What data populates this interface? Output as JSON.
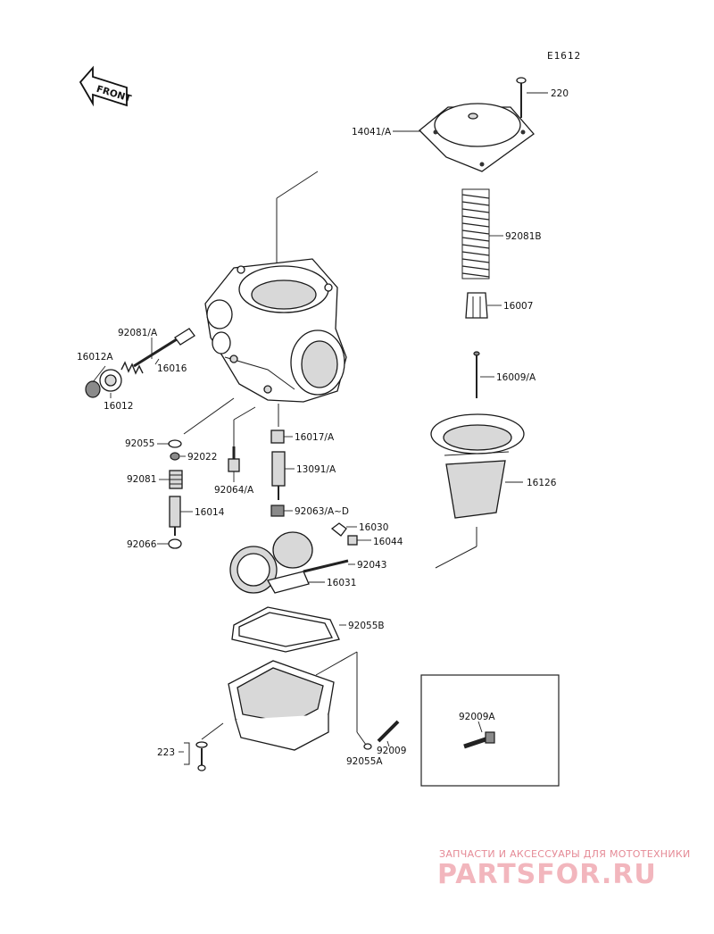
{
  "diagram": {
    "code": "E1612",
    "front_label": "FRONT",
    "parts": [
      {
        "id": "220",
        "label": "220"
      },
      {
        "id": "14041A",
        "label": "14041/A"
      },
      {
        "id": "92081B",
        "label": "92081B"
      },
      {
        "id": "16007",
        "label": "16007"
      },
      {
        "id": "16009A",
        "label": "16009/A"
      },
      {
        "id": "16126",
        "label": "16126"
      },
      {
        "id": "92081A",
        "label": "92081/A"
      },
      {
        "id": "16012A",
        "label": "16012A"
      },
      {
        "id": "16016",
        "label": "16016"
      },
      {
        "id": "16012",
        "label": "16012"
      },
      {
        "id": "92055",
        "label": "92055"
      },
      {
        "id": "92022",
        "label": "92022"
      },
      {
        "id": "16017A",
        "label": "16017/A"
      },
      {
        "id": "92081",
        "label": "92081"
      },
      {
        "id": "13091A",
        "label": "13091/A"
      },
      {
        "id": "92064A",
        "label": "92064/A"
      },
      {
        "id": "16014",
        "label": "16014"
      },
      {
        "id": "92063AD",
        "label": "92063/A~D"
      },
      {
        "id": "16030",
        "label": "16030"
      },
      {
        "id": "16044",
        "label": "16044"
      },
      {
        "id": "92066",
        "label": "92066"
      },
      {
        "id": "92043",
        "label": "92043"
      },
      {
        "id": "16031",
        "label": "16031"
      },
      {
        "id": "92055B",
        "label": "92055B"
      },
      {
        "id": "92009A",
        "label": "92009A"
      },
      {
        "id": "223",
        "label": "223"
      },
      {
        "id": "92055A",
        "label": "92055A"
      },
      {
        "id": "92009",
        "label": "92009"
      }
    ]
  },
  "watermark": {
    "tagline": "ЗАПЧАСТИ И АКСЕССУАРЫ ДЛЯ МОТОТЕХНИКИ",
    "brand": "PARTSFOR.RU",
    "color": "#f2b6bd"
  }
}
